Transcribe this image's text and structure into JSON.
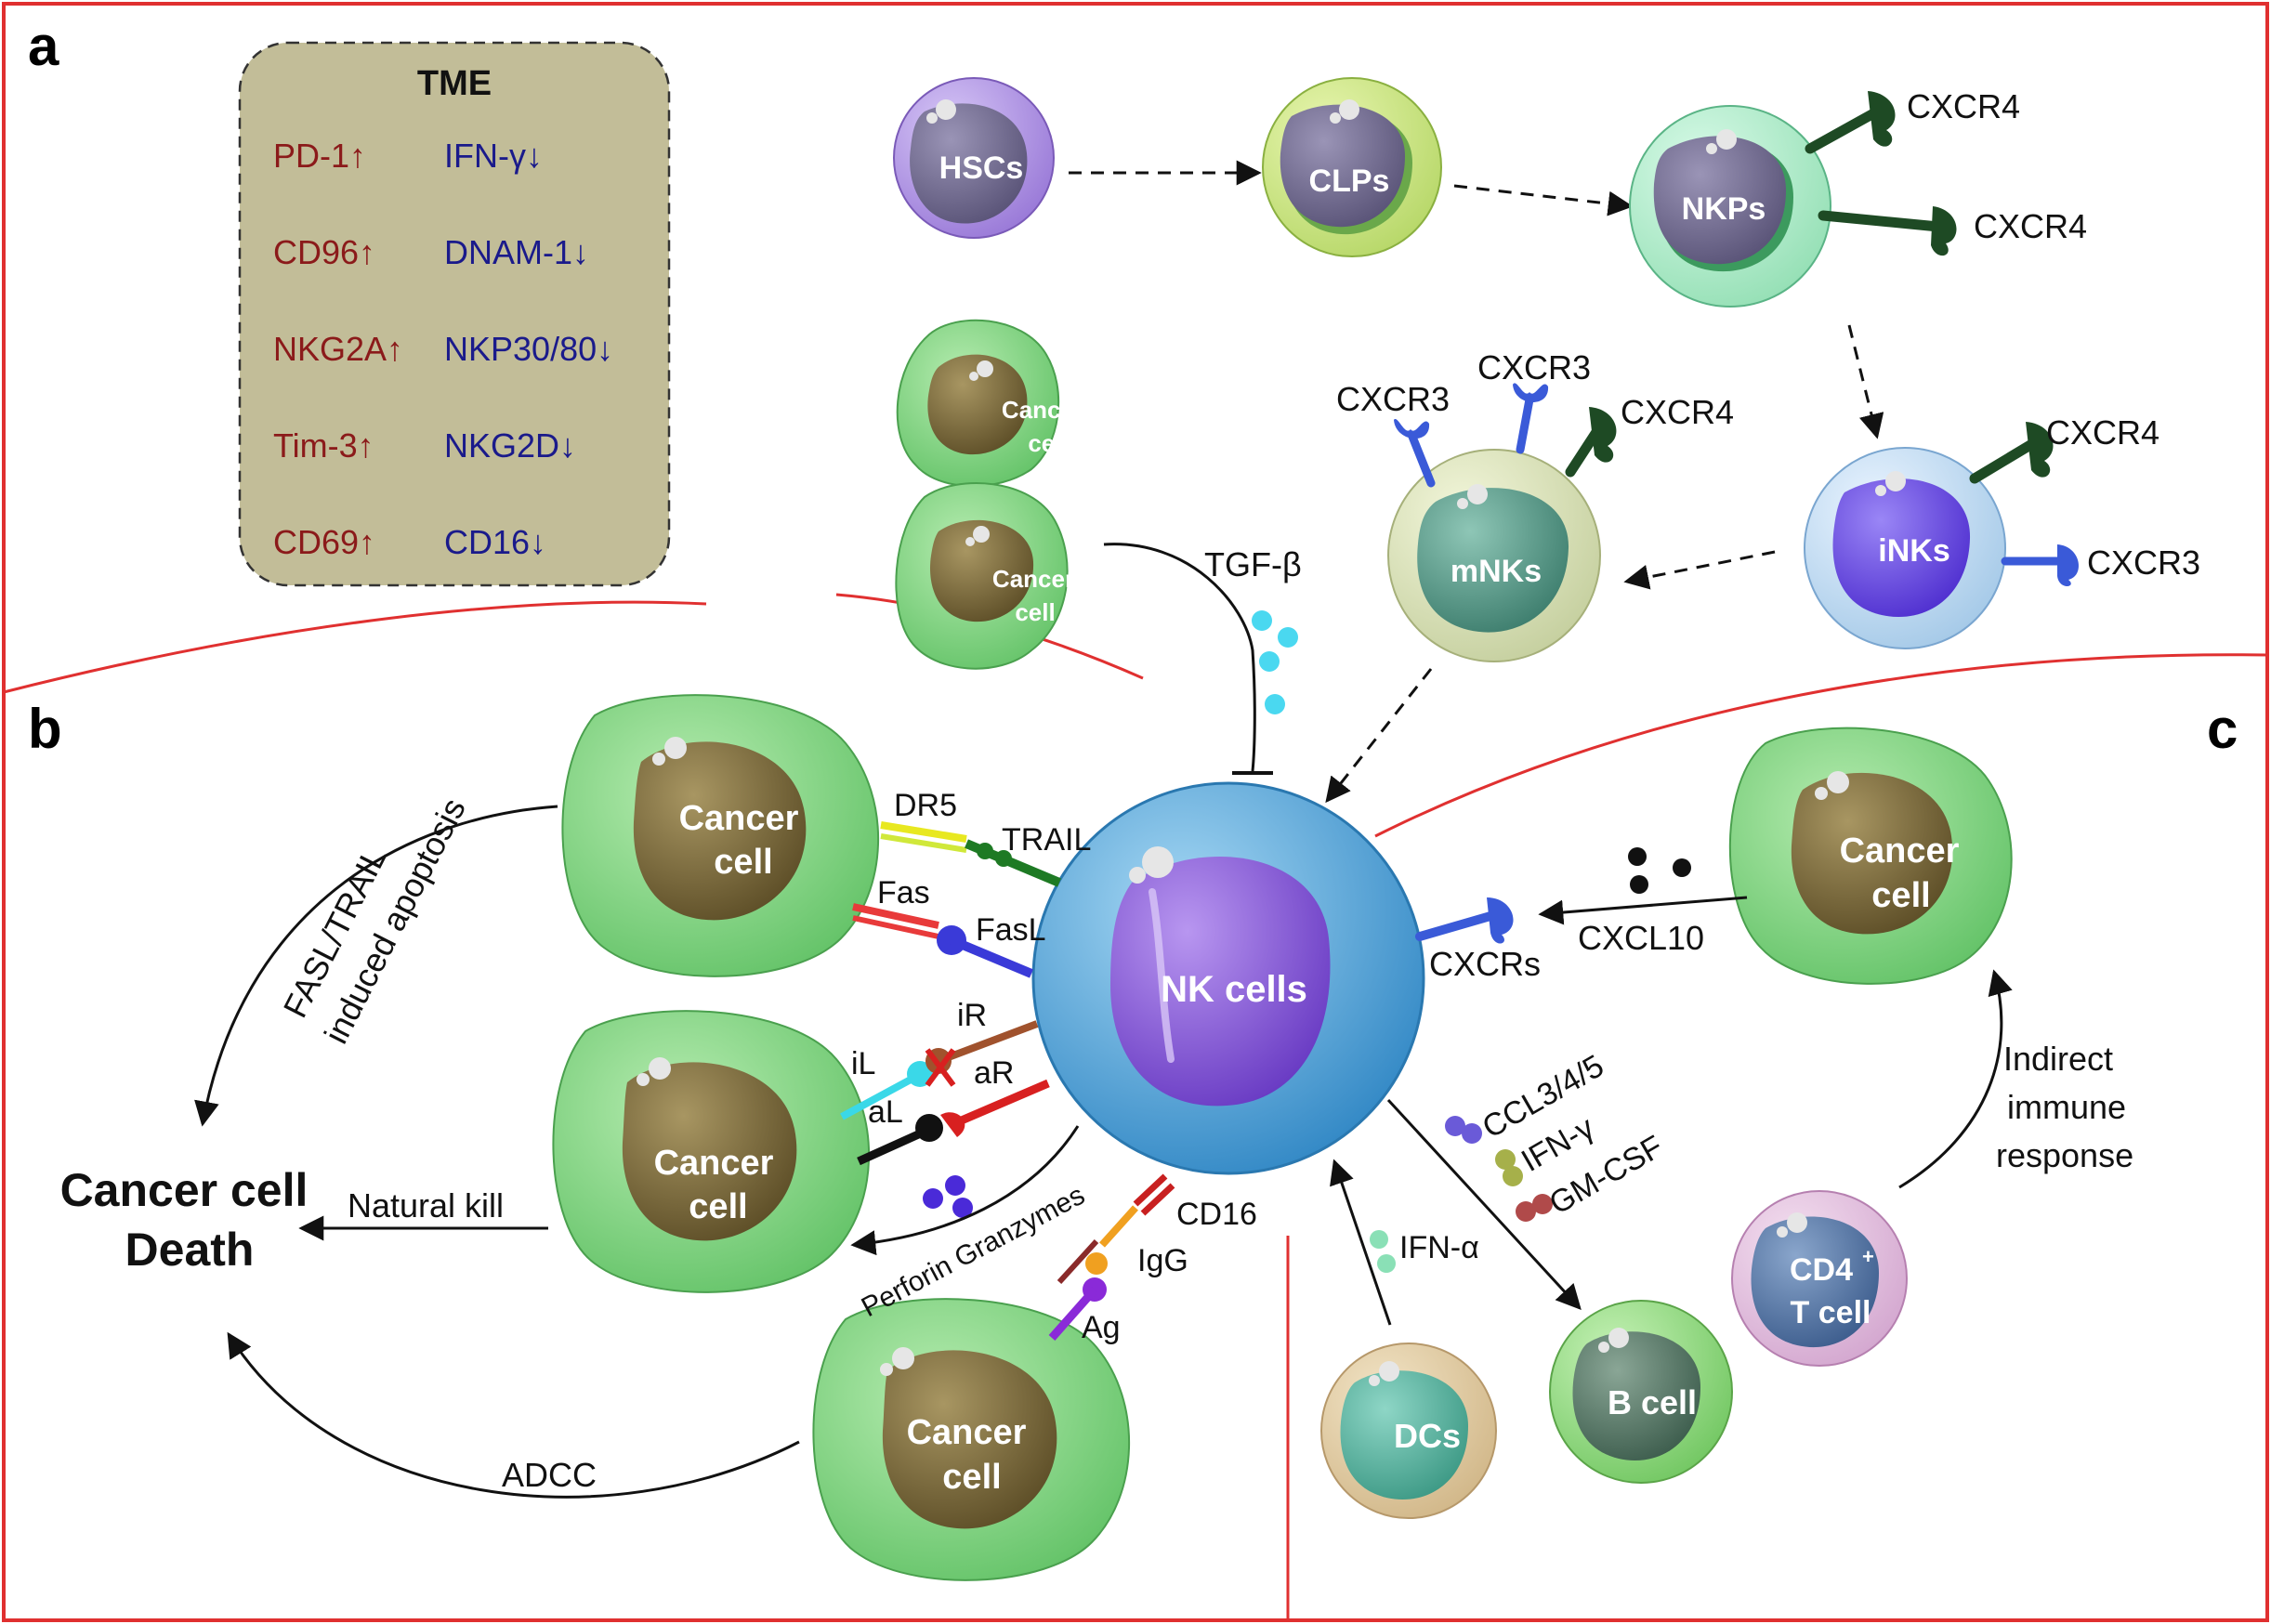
{
  "panels": {
    "a": "a",
    "b": "b",
    "c": "c"
  },
  "tme": {
    "title": "TME",
    "up": [
      "PD-1↑",
      "CD96↑",
      "NKG2A↑",
      "Tim-3↑",
      "CD69↑"
    ],
    "down": [
      "IFN-γ↓",
      "DNAM-1↓",
      "NKP30/80↓",
      "NKG2D↓",
      "CD16↓"
    ]
  },
  "cells": {
    "hscs": "HSCs",
    "clps": "CLPs",
    "nkps": "NKPs",
    "inks": "iNKs",
    "mnks": "mNKs",
    "nk": "NK cells",
    "cancer_small_1": [
      "Cancer",
      "cell"
    ],
    "cancer_small_2": [
      "Cancer",
      "cell"
    ],
    "cancer_b1": [
      "Cancer",
      "cell"
    ],
    "cancer_b2": [
      "Cancer",
      "cell"
    ],
    "cancer_b3": [
      "Cancer",
      "cell"
    ],
    "cancer_c": [
      "Cancer",
      "cell"
    ],
    "cd4": [
      "CD4",
      "+",
      "T cell"
    ],
    "bcell": "B cell",
    "dcs": "DCs"
  },
  "receptors": {
    "nkp_1": "CXCR4",
    "nkp_2": "CXCR4",
    "ink_1": "CXCR4",
    "ink_2": "CXCR3",
    "mnk_1": "CXCR3",
    "mnk_2": "CXCR3",
    "mnk_3": "CXCR4"
  },
  "labels": {
    "tgf": "TGF-β",
    "dr5": "DR5",
    "trail": "TRAIL",
    "fas": "Fas",
    "fasl": "FasL",
    "ir": "iR",
    "il": "iL",
    "ar": "aR",
    "al": "aL",
    "cd16": "CD16",
    "igg": "IgG",
    "ag": "Ag",
    "perforin": "Perforin Granzymes",
    "fasl_trail": [
      "FASL/TRAIL",
      "induced apoptosis"
    ],
    "natural_kill": "Natural kill",
    "adcc": "ADCC",
    "death": [
      "Cancer cell",
      "Death"
    ],
    "cxcrs": "CXCRs",
    "cxcl10": "CXCL10",
    "chemokines": [
      "CCL3/4/5",
      "IFN-γ",
      "GM-CSF"
    ],
    "ifna": "IFN-α",
    "indirect": [
      "Indirect",
      "immune",
      "response"
    ]
  },
  "colors": {
    "border": "#e03030",
    "tme_box": "#c2bd98",
    "up_text": "#8b1a1a",
    "down_text": "#1a1a8b",
    "cancer_body": "#8fd88f",
    "cancer_nucleus": "#7a6a3c",
    "nk_body": "#5aaede",
    "nk_nucleus": "#8a5ad8",
    "receptor_dark": "#1e4a24",
    "receptor_blue": "#3a5ad8",
    "tgf_dots": "#4ad8f0"
  }
}
